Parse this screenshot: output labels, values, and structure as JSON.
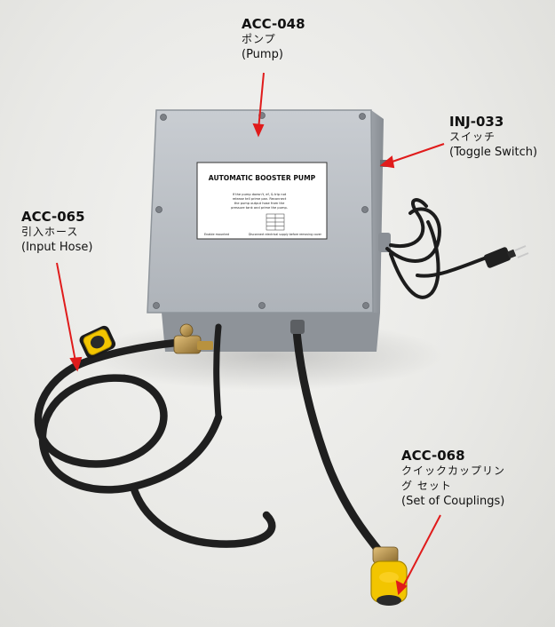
{
  "panel": {
    "title": "AUTOMATIC BOOSTER PUMP",
    "lines": [
      "If the pump doesn't, ef, & trip not",
      "release tell prime pan. Reconnect",
      "the pump output hose from the",
      "pressure tank and prime the pump."
    ],
    "footer_left": "Enable mounted",
    "footer_right": "Disconnect electrical supply before removing cover"
  },
  "callouts": {
    "pump": {
      "code": "ACC-048",
      "jp": "ポンプ",
      "en": "(Pump)"
    },
    "switch": {
      "code": "INJ-033",
      "jp": "スイッチ",
      "en": "(Toggle Switch)"
    },
    "hose": {
      "code": "ACC-065",
      "jp": "引入ホース",
      "en": "(Input Hose)"
    },
    "couplings": {
      "code": "ACC-068",
      "jp1": "クイックカップリン",
      "jp2": "グ セット",
      "en": "(Set of Couplings)"
    }
  },
  "colors": {
    "arrow": "#e01b1b",
    "box": "#b9bec4",
    "hose": "#1f1f1f",
    "coupling": "#f2c500"
  }
}
